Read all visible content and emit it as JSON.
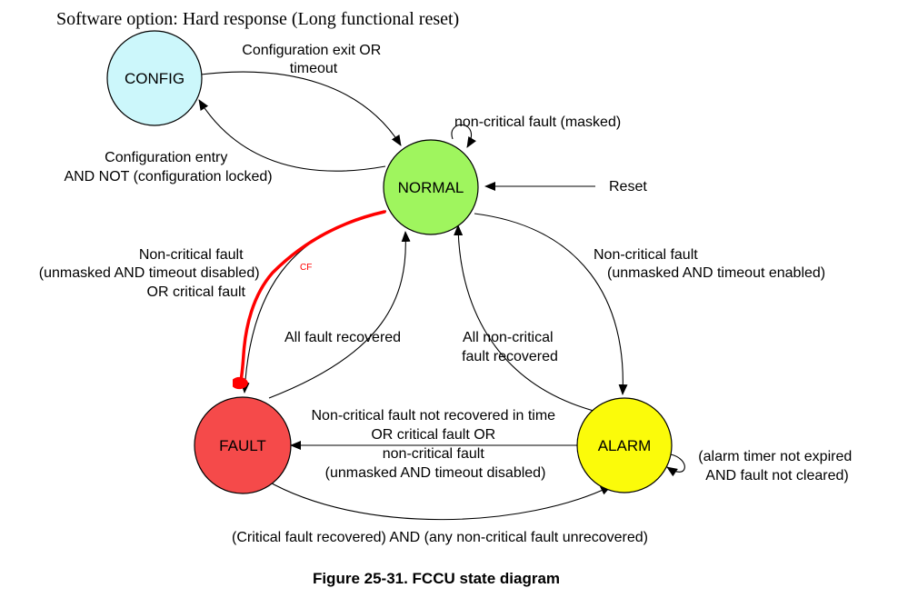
{
  "header_text": "Software option: Hard response (Long functional reset)",
  "caption": "Figure 25-31. FCCU state diagram",
  "states": {
    "config": {
      "label": "CONFIG",
      "color": "#ccf7fb"
    },
    "normal": {
      "label": "NORMAL",
      "color": "#9ff55e"
    },
    "fault": {
      "label": "FAULT",
      "color": "#f54a4a"
    },
    "alarm": {
      "label": "ALARM",
      "color": "#fbfb0a"
    }
  },
  "transitions": {
    "config_to_normal": [
      "Configuration exit OR",
      "timeout"
    ],
    "normal_to_config": [
      "Configuration entry",
      "AND NOT (configuration locked)"
    ],
    "normal_self": [
      "non-critical fault (masked)"
    ],
    "reset": [
      "Reset"
    ],
    "normal_to_fault": [
      "Non-critical fault",
      "(unmasked AND timeout disabled)",
      "OR critical fault"
    ],
    "fault_to_normal": [
      "All fault recovered"
    ],
    "normal_to_alarm": [
      "Non-critical fault",
      "(unmasked AND timeout enabled)"
    ],
    "alarm_to_normal": [
      "All non-critical",
      "fault recovered"
    ],
    "alarm_to_fault": [
      "Non-critical fault not recovered in time",
      "OR critical fault OR",
      "non-critical fault",
      "(unmasked AND timeout disabled)"
    ],
    "alarm_self": [
      "(alarm timer not expired",
      "AND fault not cleared)"
    ],
    "fault_to_alarm": [
      "(Critical fault recovered) AND (any non-critical fault unrecovered)"
    ]
  },
  "annotation": {
    "text": "CF",
    "color": "#ff0000"
  }
}
